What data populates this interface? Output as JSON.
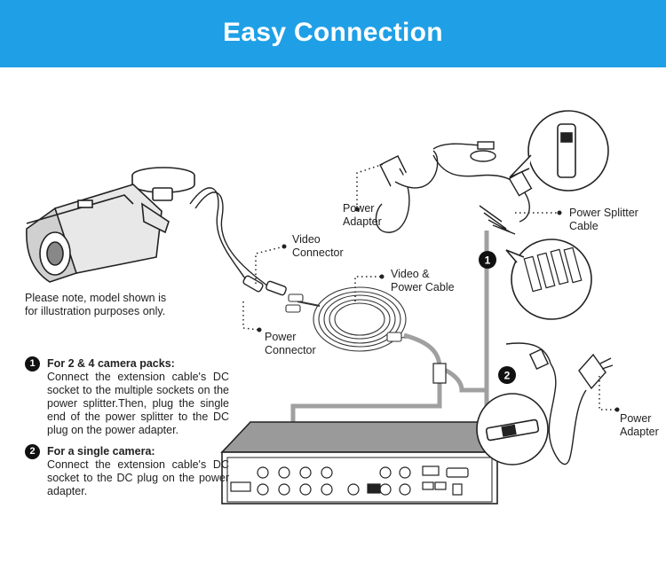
{
  "header": {
    "title": "Easy Connection"
  },
  "labels": {
    "video_connector": [
      "Video",
      "Connector"
    ],
    "power_connector": [
      "Power",
      "Connector"
    ],
    "video_power_cable": [
      "Video &",
      "Power Cable"
    ],
    "power_adapter_top": [
      "Power",
      "Adapter"
    ],
    "power_splitter": [
      "Power Splitter",
      "Cable"
    ],
    "power_adapter_right": [
      "Power",
      "Adapter"
    ]
  },
  "note": [
    "Please note, model shown is",
    "for illustration purposes only."
  ],
  "steps": [
    {
      "number": "1",
      "title": "For 2 & 4 camera packs:",
      "body": "Connect the extension  cable's DC socket to the multiple sockets on the power splitter.Then, plug the single end of the power splitter to the DC plug on the power adapter."
    },
    {
      "number": "2",
      "title": "For a single camera:",
      "body": "Connect the extension  cable's DC socket to the DC plug on the power adapter."
    }
  ],
  "markers": [
    "1",
    "2"
  ],
  "colors": {
    "banner": "#1fa0e6",
    "cable": "#9a9a9a",
    "line": "#222222"
  }
}
